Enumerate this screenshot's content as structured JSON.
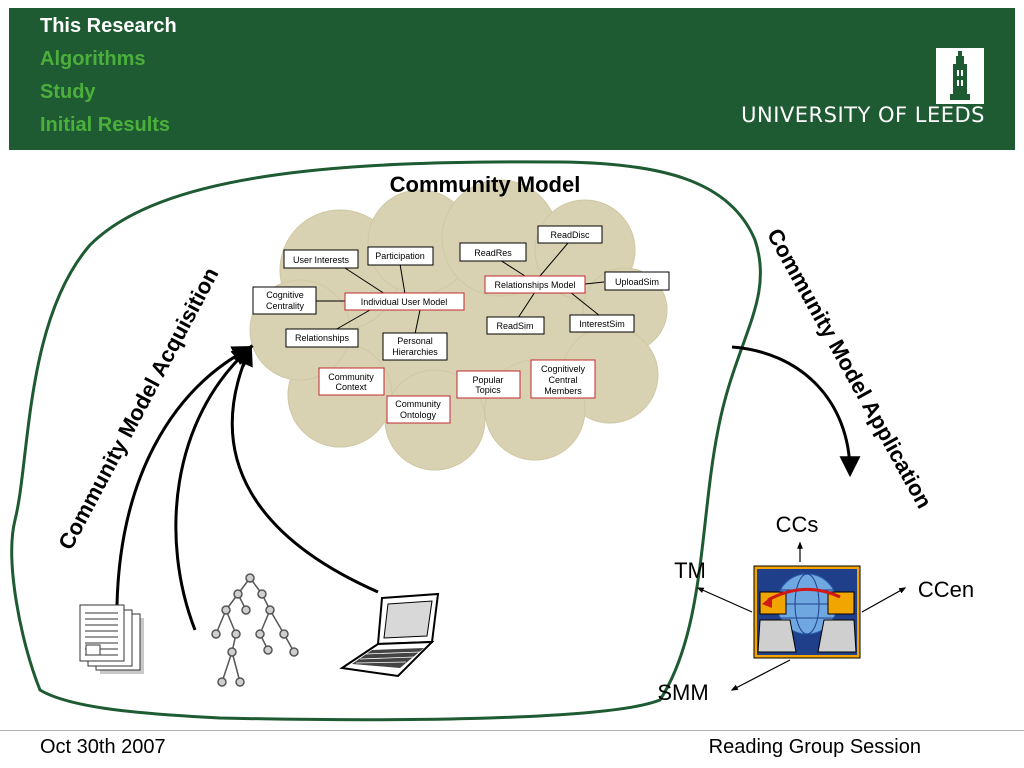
{
  "header": {
    "nav": [
      {
        "label": "This Research",
        "active": true
      },
      {
        "label": "Algorithms",
        "active": false
      },
      {
        "label": "Study",
        "active": false
      },
      {
        "label": "Initial Results",
        "active": false
      }
    ],
    "logo_text": "UNIVERSITY OF LEEDS",
    "logo_icon": "leeds-tower-icon",
    "colors": {
      "background": "#1e5a32",
      "active": "#ffffff",
      "inactive": "#4caf3c"
    }
  },
  "diagram": {
    "title": "Community Model",
    "left_label": "Community Model Acquisition",
    "right_label": "Community Model Application",
    "nodes": {
      "user_interests": "User Interests",
      "participation": "Participation",
      "readres": "ReadRes",
      "readdisc": "ReadDisc",
      "cognitive_centrality": [
        "Cognitive",
        "Centrality"
      ],
      "individual_user_model": "Individual User Model",
      "relationships_model": "Relationships Model",
      "uploadsim": "UploadSim",
      "relationships": "Relationships",
      "personal_hierarchies": [
        "Personal",
        "Hierarchies"
      ],
      "readsim": "ReadSim",
      "interestsim": "InterestSim",
      "community_context": [
        "Community",
        "Context"
      ],
      "community_ontology": [
        "Community",
        "Ontology"
      ],
      "popular_topics": [
        "Popular",
        "Topics"
      ],
      "cognitively_central_members": [
        "Cognitively",
        "Central",
        "Members"
      ]
    },
    "outputs": {
      "ccs": "CCs",
      "tm": "TM",
      "ccen": "CCen",
      "smm": "SMM"
    },
    "source_icons": [
      "documents-icon",
      "tree-graph-icon",
      "laptop-icon"
    ],
    "application_icon": "network-computers-icon",
    "colors": {
      "cloud": "#d9d2b2",
      "highlight_border": "#c0282c",
      "boundary": "#1e5a32"
    }
  },
  "footer": {
    "left": "Oct 30th 2007",
    "right": "Reading Group Session"
  }
}
